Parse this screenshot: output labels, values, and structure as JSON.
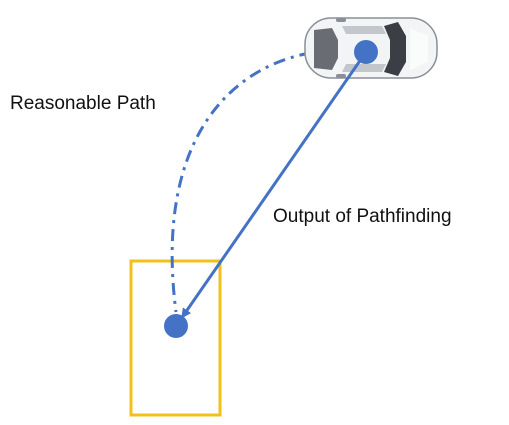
{
  "labels": {
    "reasonable_path": "Reasonable Path",
    "pathfinding_output": "Output of Pathfinding"
  },
  "colors": {
    "path_blue": "#4472c4",
    "node_blue": "#4472c4",
    "parking_box": "#f2c018",
    "car_body": "#f3f4f6",
    "car_trim": "#8a8f97",
    "car_glass": "#3b3f45",
    "label_text": "#111111"
  },
  "icons": {
    "vehicle": "car-top-view-icon",
    "start_marker": "circle-node",
    "goal_marker": "circle-node"
  }
}
